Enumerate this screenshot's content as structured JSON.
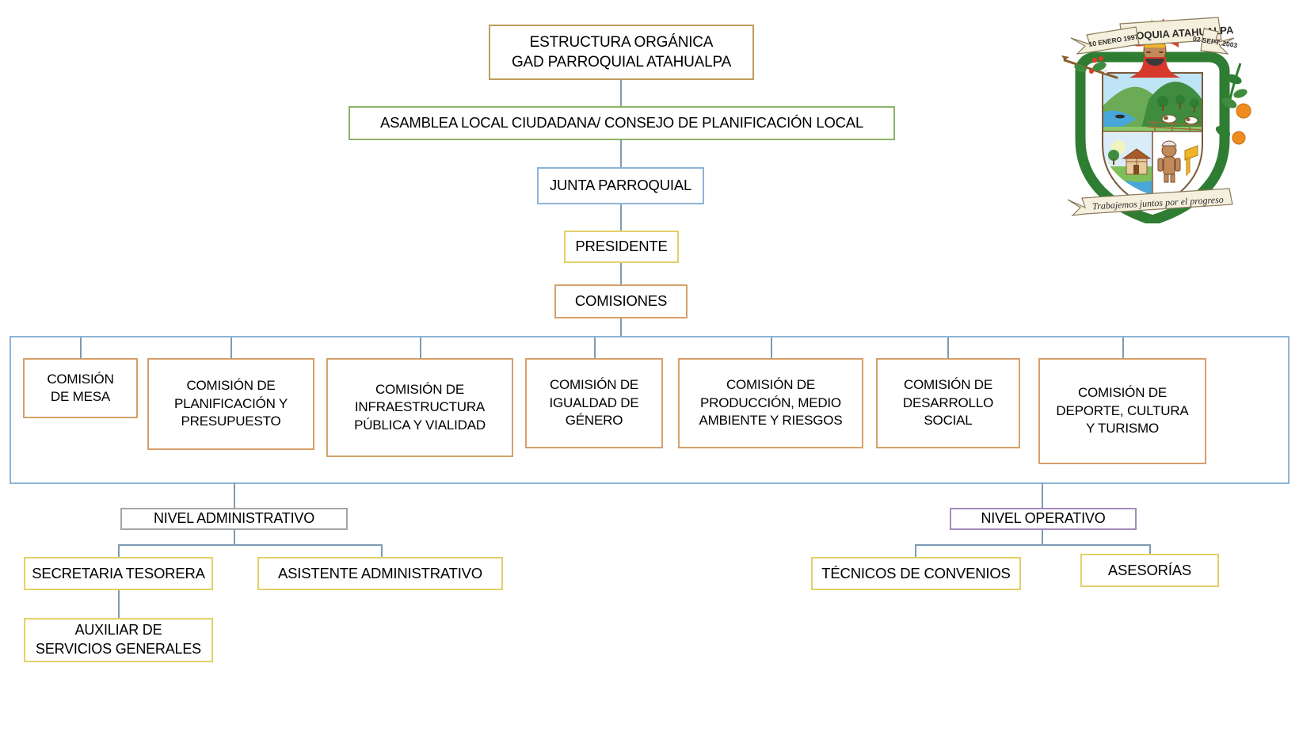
{
  "diagram": {
    "type": "organizational-chart",
    "title_box": {
      "label": "ESTRUCTURA ORGÁNICA\nGAD PARROQUIAL ATAHUALPA",
      "border_color": "#bf9d5e"
    },
    "levels": [
      {
        "name": "asamblea",
        "label": "ASAMBLEA LOCAL CIUDADANA/ CONSEJO DE PLANIFICACIÓN LOCAL",
        "border_color": "#8cb36a"
      },
      {
        "name": "junta",
        "label": "JUNTA PARROQUIAL",
        "border_color": "#8eb4d4"
      },
      {
        "name": "presidente",
        "label": "PRESIDENTE",
        "border_color": "#e3d06a"
      },
      {
        "name": "comisiones",
        "label": "COMISIONES",
        "border_color": "#d6a06a"
      }
    ],
    "commissions": [
      {
        "label": "COMISIÓN\nDE MESA"
      },
      {
        "label": "COMISIÓN DE\nPLANIFICACIÓN Y\nPRESUPUESTO"
      },
      {
        "label": "COMISIÓN DE\nINFRAESTRUCTURA\nPÚBLICA Y VIALIDAD"
      },
      {
        "label": "COMISIÓN DE\nIGUALDAD DE\nGÉNERO"
      },
      {
        "label": "COMISIÓN DE\nPRODUCCIÓN, MEDIO\nAMBIENTE Y RIESGOS"
      },
      {
        "label": "COMISIÓN DE\nDESARROLLO\nSOCIAL"
      },
      {
        "label": "COMISIÓN DE\nDEPORTE, CULTURA\nY TURISMO"
      }
    ],
    "administrative": {
      "header": "NIVEL ADMINISTRATIVO",
      "header_border_color": "#a6a6a6",
      "children": [
        {
          "label": "SECRETARIA TESORERA"
        },
        {
          "label": "ASISTENTE ADMINISTRATIVO"
        },
        {
          "label": "AUXILIAR DE\nSERVICIOS GENERALES"
        }
      ]
    },
    "operative": {
      "header": "NIVEL OPERATIVO",
      "header_border_color": "#a68bbd",
      "children": [
        {
          "label": "TÉCNICOS DE CONVENIOS"
        },
        {
          "label": "ASESORÍAS"
        }
      ]
    }
  },
  "emblem": {
    "top_banner": "PARROQUIA ATAHUALPA",
    "left_ribbon": "10 ENERO 1997",
    "right_ribbon": "02 SEPT. 2003",
    "motto": "Trabajemos juntos por el progreso",
    "shield_color": "#2f7d32"
  }
}
